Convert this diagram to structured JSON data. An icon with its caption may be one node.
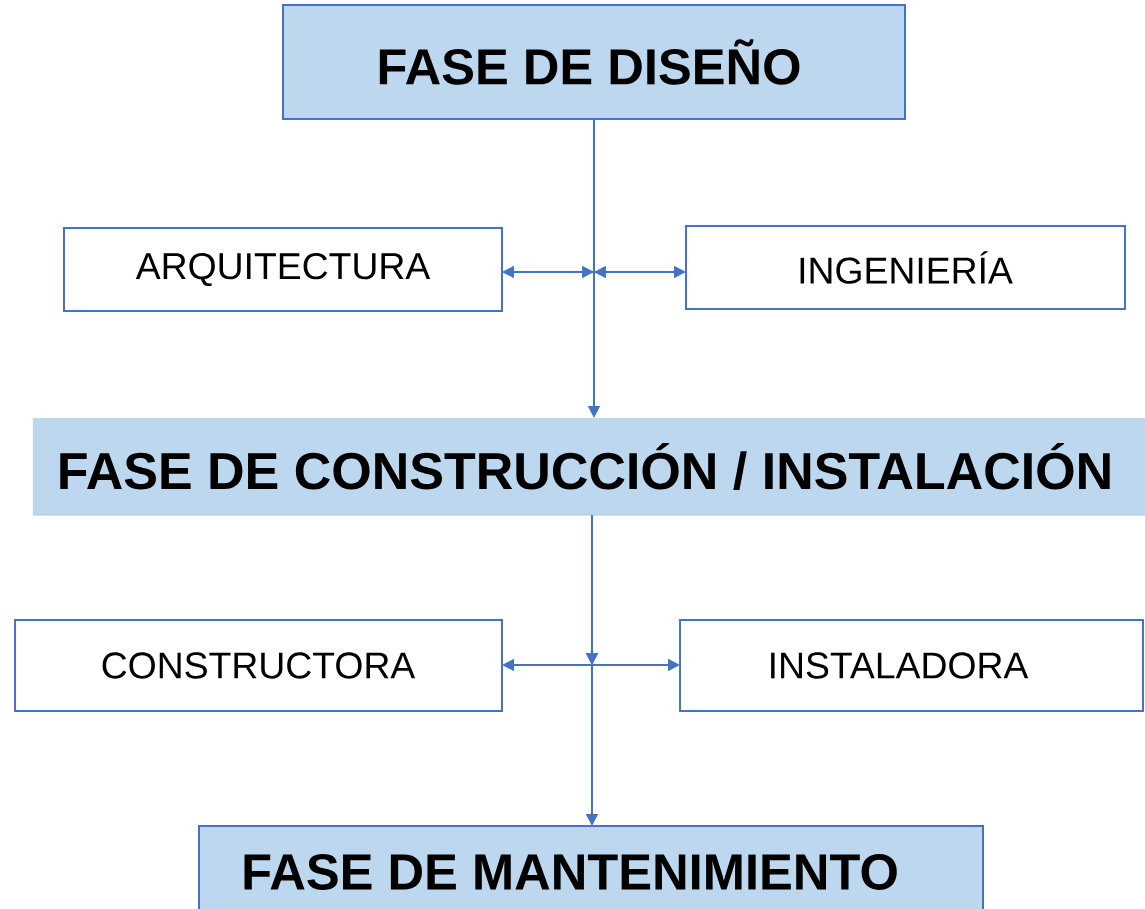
{
  "diagram": {
    "nodes": [
      {
        "text": [
          "FASE DE DISEÑO"
        ]
      },
      {
        "text": [
          "ARQUITECTURA"
        ]
      },
      {
        "text": [
          "INGENIERÍA"
        ]
      },
      {
        "text": [
          "FASE DE CONSTRUCCIÓN / INSTALACIÓN"
        ]
      },
      {
        "text": [
          "CONSTRUCTORA"
        ]
      },
      {
        "text": [
          "INSTALADORA"
        ]
      },
      {
        "text": [
          "FASE DE MANTENIMIENTO"
        ]
      }
    ],
    "edges": [
      {
        "from": 0,
        "to": 1,
        "arrow": "to"
      },
      {
        "from": 0,
        "to": 2,
        "arrow": "to"
      },
      {
        "from": 0,
        "to": 3,
        "arrow": "to"
      },
      {
        "from": 3,
        "to": 4,
        "arrow": "to"
      },
      {
        "from": 3,
        "to": 5,
        "arrow": "to"
      },
      {
        "from": 3,
        "to": 6,
        "arrow": "to"
      }
    ]
  }
}
